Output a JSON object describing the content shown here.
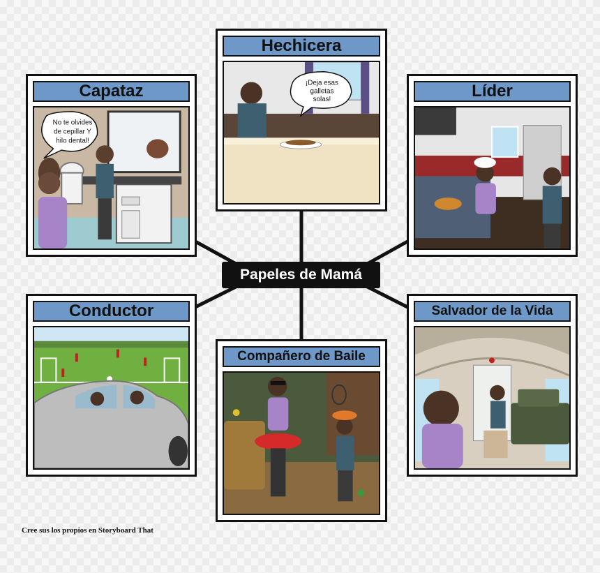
{
  "central_node": {
    "label": "Papeles de Mamá"
  },
  "cells": {
    "capataz": {
      "title": "Capataz",
      "bubble_lines": [
        "No te olvides",
        "de cepillar Y",
        "hilo dental!"
      ]
    },
    "hechicera": {
      "title": "Hechicera",
      "bubble_lines": [
        "¡Deja esas",
        "galletas",
        "solas!"
      ]
    },
    "lider": {
      "title": "Líder"
    },
    "conductor": {
      "title": "Conductor"
    },
    "baile": {
      "title": "Compañero de Baile"
    },
    "salvador": {
      "title": "Salvador de la Vida"
    }
  },
  "footer": {
    "text": "Cree sus los propios en Storyboard That"
  },
  "colors": {
    "title_bar": "#6d98c8",
    "border": "#111111",
    "center_bg": "#111111"
  }
}
